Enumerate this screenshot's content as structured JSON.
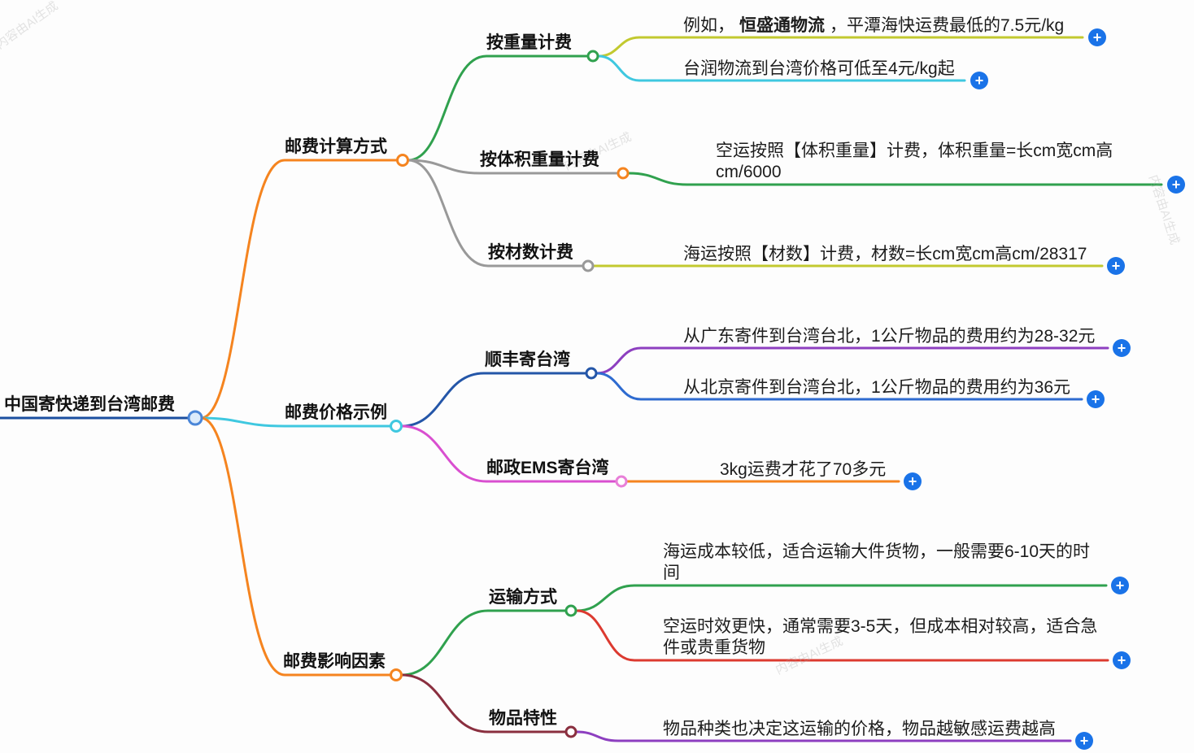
{
  "meta": {
    "watermark": "内容由AI生成"
  },
  "icons": {
    "plus": "+"
  },
  "colors": {
    "root_underline": "#1b4fa0",
    "orange": "#f5841f",
    "green": "#30a14e",
    "olive": "#c2c92f",
    "cyan": "#3fc8e0",
    "gray": "#999999",
    "navy": "#2456a8",
    "purple": "#8d3fc0",
    "blue": "#2e6bd0",
    "magenta": "#d94fd0",
    "red": "#dc3a30",
    "maroon": "#8a2f3f",
    "plus_button": "#1a73e8"
  },
  "root": {
    "label": "中国寄快递到台湾邮费"
  },
  "calc": {
    "label": "邮费计算方式",
    "by_weight": {
      "label": "按重量计费",
      "leaf1": {
        "prefix": "例如，",
        "bold": "恒盛通物流",
        "suffix": "，平潭海快运费最低的7.5元/kg"
      },
      "leaf2": "台润物流到台湾价格可低至4元/kg起"
    },
    "by_volume": {
      "label": "按体积重量计费",
      "leaf": "空运按照【体积重量】计费，体积重量=长cm宽cm高cm/6000"
    },
    "by_cai": {
      "label": "按材数计费",
      "leaf": "海运按照【材数】计费，材数=长cm宽cm高cm/28317"
    }
  },
  "price": {
    "label": "邮费价格示例",
    "sf": {
      "label": "顺丰寄台湾",
      "leaf1": "从广东寄件到台湾台北，1公斤物品的费用约为28-32元",
      "leaf2": "从北京寄件到台湾台北，1公斤物品的费用约为36元"
    },
    "ems": {
      "label": "邮政EMS寄台湾",
      "leaf": "3kg运费才花了70多元"
    }
  },
  "factors": {
    "label": "邮费影响因素",
    "transport": {
      "label": "运输方式",
      "leaf1": "海运成本较低，适合运输大件货物，一般需要6-10天的时间",
      "leaf2": "空运时效更快，通常需要3-5天，但成本相对较高，适合急件或贵重货物"
    },
    "item": {
      "label": "物品特性",
      "leaf": "物品种类也决定这运输的价格，物品越敏感运费越高"
    }
  }
}
